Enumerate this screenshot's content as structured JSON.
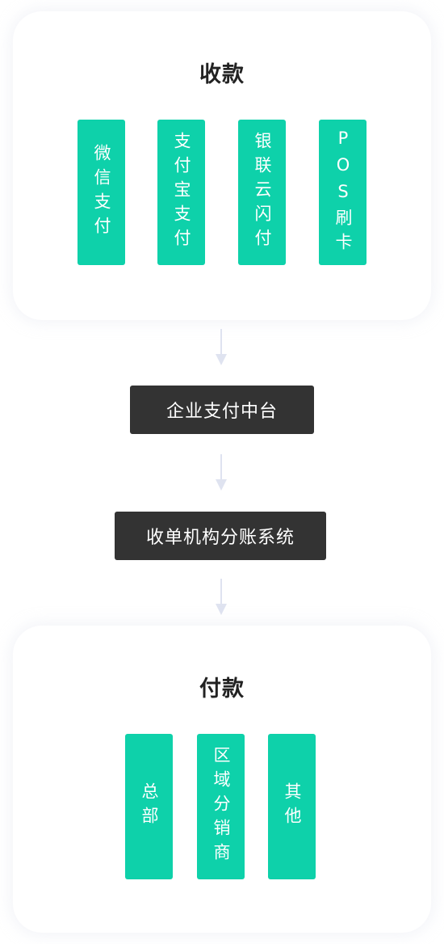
{
  "collect": {
    "title": "收款",
    "methods": [
      "微信支付",
      "支付宝支付",
      "银联云闪付",
      "POS刷卡"
    ]
  },
  "platform": "企业支付中台",
  "system": "收单机构分账系统",
  "pay": {
    "title": "付款",
    "targets": [
      "总部",
      "区域分销商",
      "其他"
    ]
  },
  "colors": {
    "tile": "#0ed1aa",
    "box": "#333333",
    "arrow": "#dfe3f0",
    "title": "#222222"
  }
}
